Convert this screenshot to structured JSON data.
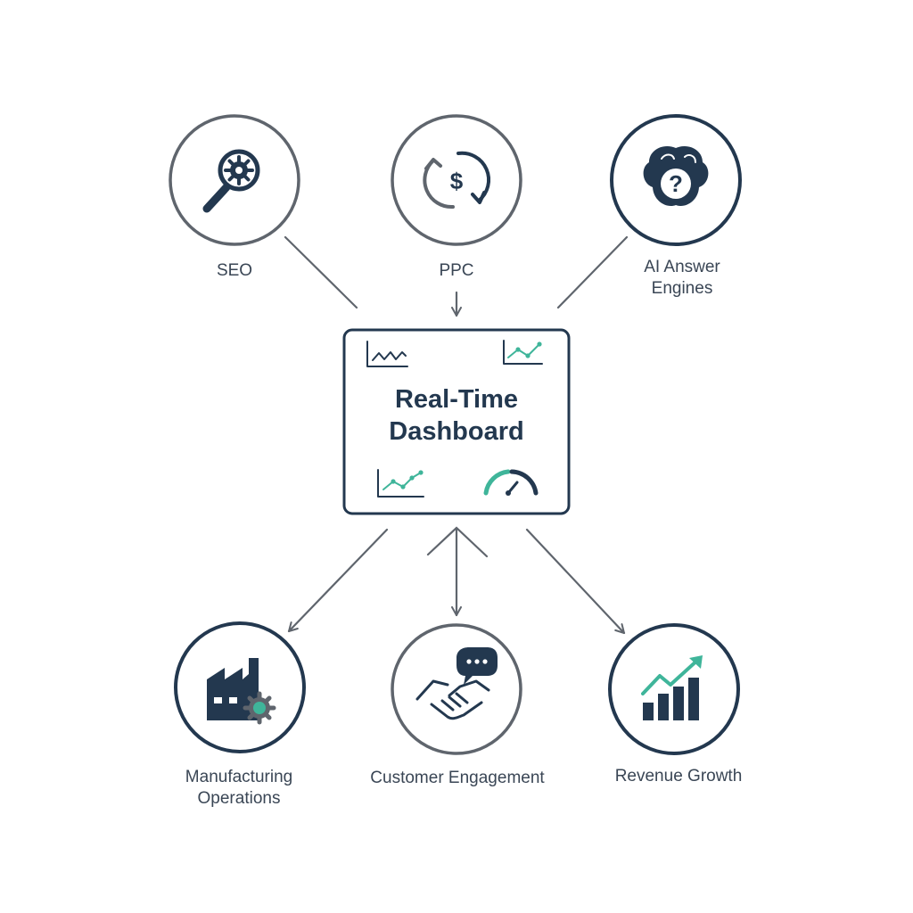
{
  "center": {
    "title_line1": "Real-Time",
    "title_line2": "Dashboard"
  },
  "inputs": [
    {
      "label": "SEO",
      "icon": "magnifier-gear-icon"
    },
    {
      "label": "PPC",
      "icon": "dollar-cycle-icon"
    },
    {
      "label_line1": "AI Answer",
      "label_line2": "Engines",
      "icon": "brain-question-icon"
    }
  ],
  "outputs": [
    {
      "label_line1": "Manufacturing",
      "label_line2": "Operations",
      "icon": "factory-gear-icon"
    },
    {
      "label": "Customer Engagement",
      "icon": "handshake-chat-icon"
    },
    {
      "label": "Revenue Growth",
      "icon": "bar-chart-growth-icon"
    }
  ],
  "colors": {
    "navy": "#23384f",
    "gray": "#5f656d",
    "teal": "#3fb59a",
    "label_text": "#3a4655"
  }
}
